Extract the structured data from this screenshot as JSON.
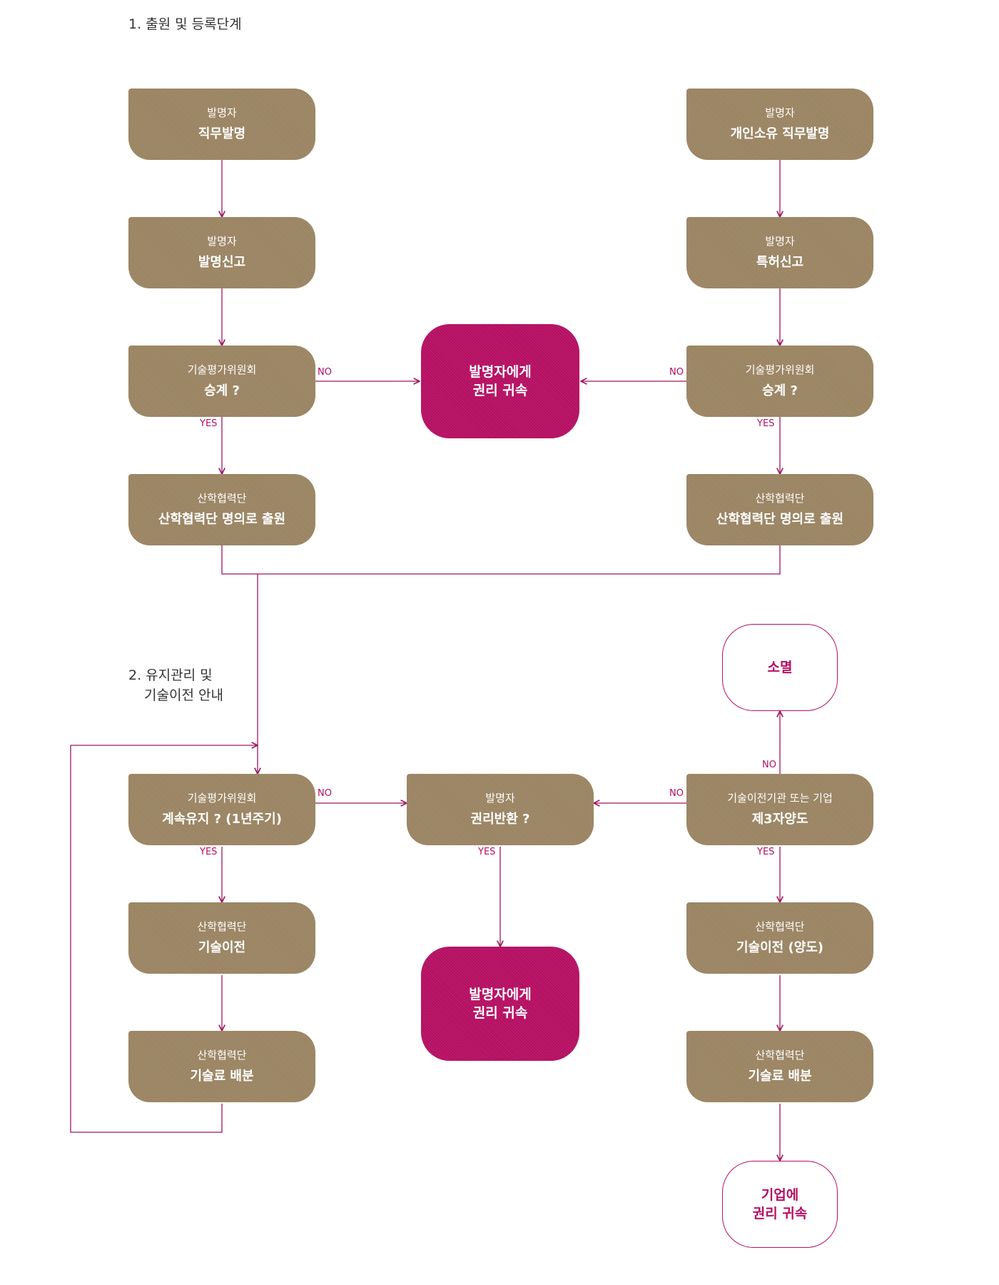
{
  "sections": {
    "s1": "1. 출원 및 등록단계",
    "s2_line1": "2. 유지관리 및",
    "s2_line2": "기술이전 안내"
  },
  "colors": {
    "gold": "#9a8462",
    "magenta": "#b50f62",
    "line": "#a0155f"
  },
  "nodes": {
    "a1": {
      "sub": "발명자",
      "main": "직무발명"
    },
    "a2": {
      "sub": "발명자",
      "main": "발명신고"
    },
    "a3": {
      "sub": "기술평가위원회",
      "main": "승계 ?"
    },
    "a4": {
      "sub": "산학협력단",
      "main": "산학협력단 명의로 출원"
    },
    "b1": {
      "sub": "발명자",
      "main": "개인소유 직무발명"
    },
    "b2": {
      "sub": "발명자",
      "main": "특허신고"
    },
    "b3": {
      "sub": "기술평가위원회",
      "main": "승계 ?"
    },
    "b4": {
      "sub": "산학협력단",
      "main": "산학협력단 명의로 출원"
    },
    "m1": {
      "line1": "발명자에게",
      "line2": "권리 귀속"
    },
    "c1": {
      "sub": "기술평가위원회",
      "main": "계속유지 ? (1년주기)"
    },
    "c2": {
      "sub": "산학협력단",
      "main": "기술이전"
    },
    "c3": {
      "sub": "산학협력단",
      "main": "기술료 배분"
    },
    "d1": {
      "sub": "발명자",
      "main": "권리반환 ?"
    },
    "m2": {
      "line1": "발명자에게",
      "line2": "권리 귀속"
    },
    "e1": {
      "sub": "기술이전기관 또는 기업",
      "main": "제3자양도"
    },
    "e2": {
      "sub": "산학협력단",
      "main": "기술이전 (양도)"
    },
    "e3": {
      "sub": "산학협력단",
      "main": "기술료 배분"
    },
    "o1": {
      "line1": "소멸"
    },
    "o2": {
      "line1": "기업에",
      "line2": "권리 귀속"
    }
  },
  "edge_labels": {
    "a3_no": "NO",
    "a3_yes": "YES",
    "b3_no": "NO",
    "b3_yes": "YES",
    "c1_no": "NO",
    "c1_yes": "YES",
    "d1_yes": "YES",
    "e1_no_left": "NO",
    "e1_no_up": "NO",
    "e1_yes": "YES"
  }
}
